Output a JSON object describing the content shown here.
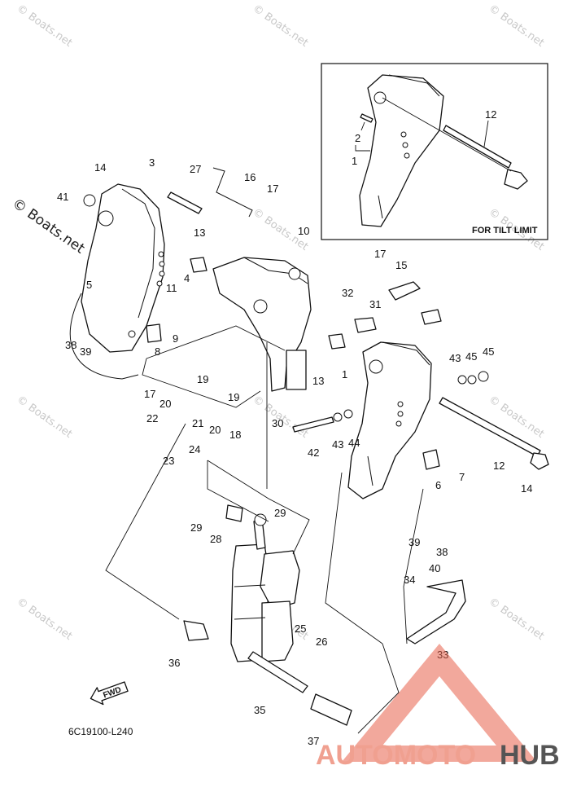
{
  "watermarks": {
    "site_text": "© Boats.net",
    "bold_text": "© Boats.net"
  },
  "inset": {
    "label": "FOR TILT LIMIT",
    "callouts": [
      "1",
      "2",
      "12"
    ]
  },
  "diagram_code": "6C19100-L240",
  "fwd_label": "FWD",
  "brand": {
    "part_a": "AUTOMOTO",
    "part_b": "HUB",
    "accent_color": "#e8604a"
  },
  "callouts": {
    "c1": "1",
    "c3": "3",
    "c4": "4",
    "c5": "5",
    "c6": "6",
    "c7": "7",
    "c8": "8",
    "c9": "9",
    "c10": "10",
    "c11": "11",
    "c12": "12",
    "c13a": "13",
    "c13b": "13",
    "c14a": "14",
    "c14b": "14",
    "c15": "15",
    "c16": "16",
    "c17a": "17",
    "c17b": "17",
    "c17c": "17",
    "c18": "18",
    "c19a": "19",
    "c19b": "19",
    "c20a": "20",
    "c20b": "20",
    "c21": "21",
    "c22": "22",
    "c23": "23",
    "c24": "24",
    "c25": "25",
    "c26": "26",
    "c27": "27",
    "c28": "28",
    "c29a": "29",
    "c29b": "29",
    "c30": "30",
    "c31": "31",
    "c32": "32",
    "c33": "33",
    "c34": "34",
    "c35": "35",
    "c36": "36",
    "c37": "37",
    "c38a": "38",
    "c38b": "38",
    "c39a": "39",
    "c39b": "39",
    "c40": "40",
    "c41": "41",
    "c42": "42",
    "c43a": "43",
    "c43b": "43",
    "c44": "44",
    "c45a": "45",
    "c45b": "45"
  }
}
